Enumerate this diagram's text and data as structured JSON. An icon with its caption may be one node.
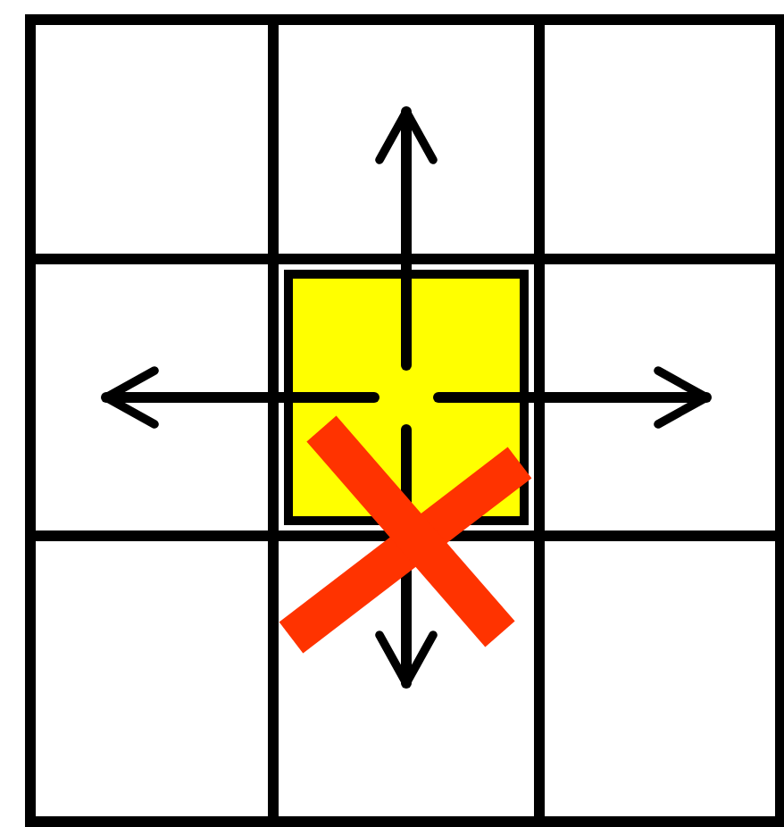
{
  "diagram": {
    "nodes": [
      {
        "text": [],
        "shape": "box"
      },
      {
        "text": [],
        "shape": "box"
      },
      {
        "text": [],
        "shape": "box"
      },
      {
        "text": [],
        "shape": "box"
      },
      {
        "text": [],
        "shape": "box"
      },
      {
        "text": [],
        "shape": "box"
      },
      {
        "text": [],
        "shape": "box"
      },
      {
        "text": [],
        "shape": "box"
      },
      {
        "text": [],
        "shape": "box"
      }
    ],
    "edges": [
      {
        "from": 4,
        "to": 1,
        "arrow": "to"
      },
      {
        "from": 4,
        "to": 3,
        "arrow": "to"
      },
      {
        "from": 4,
        "to": 5,
        "arrow": "to"
      },
      {
        "from": 4,
        "to": 7,
        "arrow": "to"
      }
    ]
  }
}
